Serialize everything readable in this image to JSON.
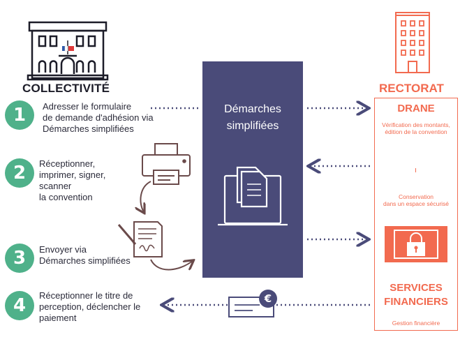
{
  "collectivite": {
    "label": "COLLECTIVITÉ"
  },
  "rectorat": {
    "label": "RECTORAT"
  },
  "center": {
    "title": "Démarches\nsimplifiées"
  },
  "drane": {
    "title": "DRANE",
    "note1": "Vérification des montants,\nédition de la convention",
    "note2": "Conservation\ndans un espace sécurisé"
  },
  "services": {
    "title": "SERVICES\nFINANCIERS",
    "note": "Gestion financière"
  },
  "steps": [
    {
      "number": "1",
      "text": "Adresser le formulaire\nde demande d'adhésion via\nDémarches simplifiées"
    },
    {
      "number": "2",
      "text": "Réceptionner,\nimprimer, signer,\nscanner\nla convention"
    },
    {
      "number": "3",
      "text": "Envoyer via\nDémarches simplifiées"
    },
    {
      "number": "4",
      "text": "Réceptionner le titre de\nperception, déclencher le\npaiement"
    }
  ],
  "colors": {
    "green": "#4fb18a",
    "navy": "#4a4b79",
    "orange": "#f26a4f",
    "dark": "#1c1c28"
  },
  "icons": [
    "town-hall-icon",
    "office-building-icon",
    "printer-icon",
    "signed-document-icon",
    "laptop-documents-icon",
    "lock-icon",
    "cheque-euro-icon"
  ]
}
